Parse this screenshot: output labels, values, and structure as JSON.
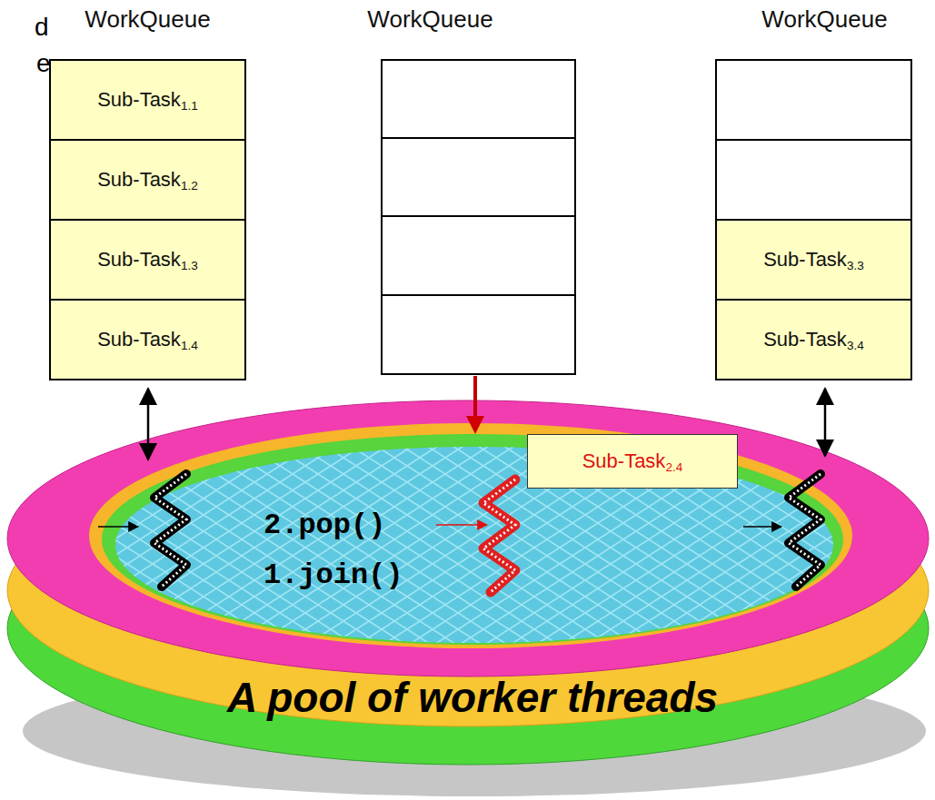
{
  "diagram": {
    "nodes": [
      {
        "text": [
          "WorkQueue"
        ]
      },
      {
        "text": [
          "Sub-Task1.1"
        ],
        "in": 0
      },
      {
        "text": [
          "Sub-Task1.2"
        ],
        "in": 0
      },
      {
        "text": [
          "Sub-Task1.3"
        ],
        "in": 0
      },
      {
        "text": [
          "Sub-Task1.4"
        ],
        "in": 0
      },
      {
        "text": [
          "WorkQueue"
        ]
      },
      {
        "text": [
          "WorkQueue"
        ]
      },
      {
        "text": [
          "Sub-Task3.3"
        ],
        "in": 6
      },
      {
        "text": [
          "Sub-Task3.4"
        ],
        "in": 6
      },
      {
        "text": [
          "Sub-Task2.4"
        ]
      }
    ],
    "labels": [
      "d",
      "e",
      "2.pop()",
      "1.join()",
      "A pool of worker threads"
    ]
  }
}
